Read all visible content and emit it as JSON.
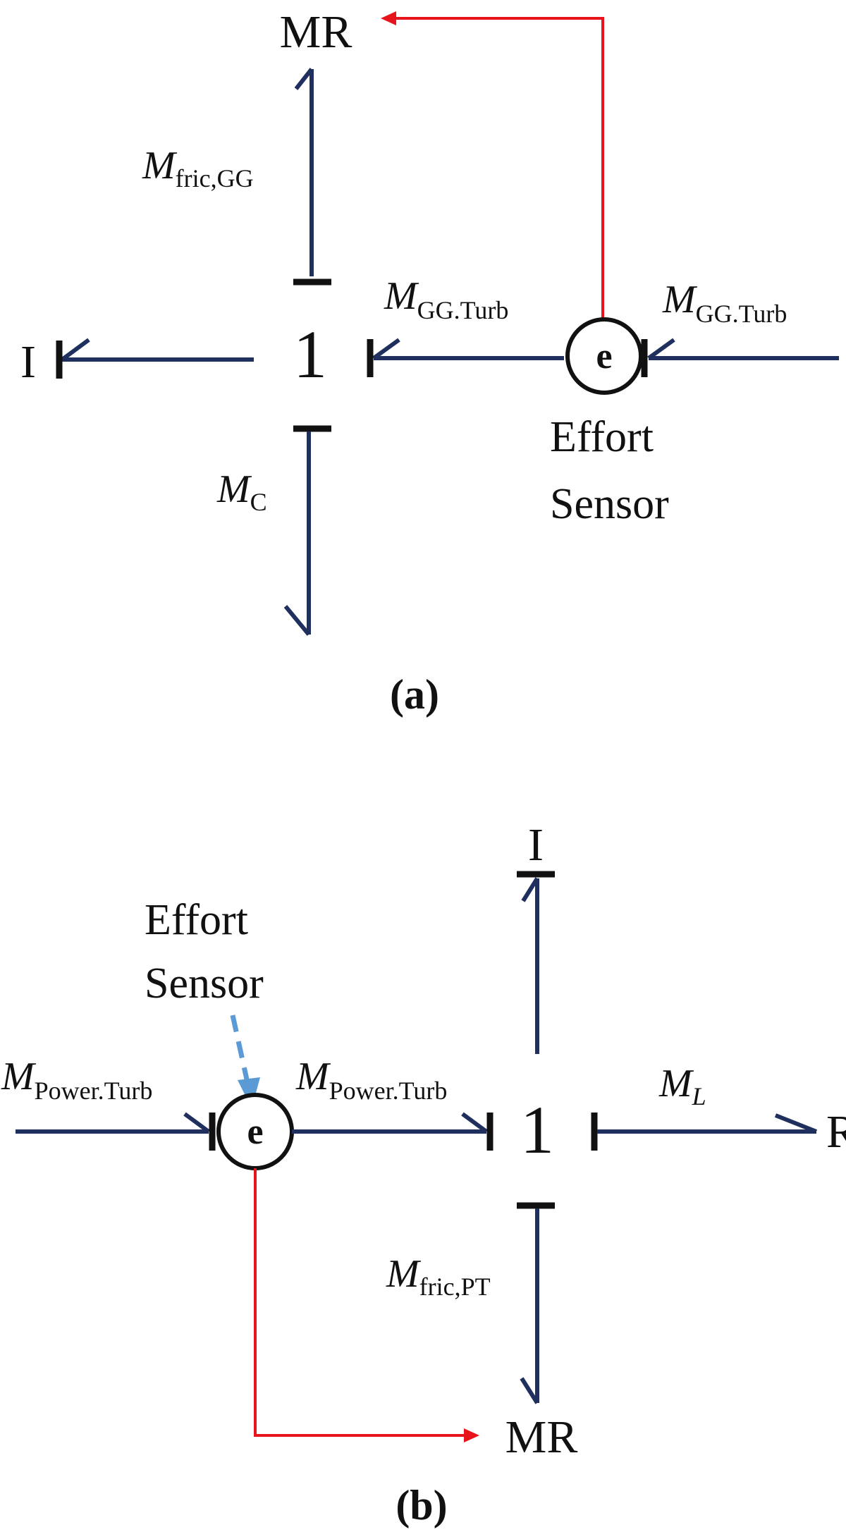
{
  "colors": {
    "bond": "#1f2f5e",
    "signal": "#e8141b",
    "dashed_pointer": "#5b9bd5",
    "text": "#111111"
  },
  "panel_a": {
    "caption": "(a)",
    "junction_label": "1",
    "elements": {
      "mr": "MR",
      "inertia": "I"
    },
    "sensor_symbol": "e",
    "sensor_label_line1": "Effort",
    "sensor_label_line2": "Sensor",
    "bond_labels": {
      "fric_gg": {
        "base": "M",
        "sub": "fric,GG"
      },
      "gg_turb_in": {
        "base": "M",
        "sub": "GG.Turb"
      },
      "gg_turb_out": {
        "base": "M",
        "sub": "GG.Turb"
      },
      "mc": {
        "base": "M",
        "sub": "C"
      }
    }
  },
  "panel_b": {
    "caption": "(b)",
    "junction_label": "1",
    "elements": {
      "inertia": "I",
      "resistance": "R",
      "mr": "MR"
    },
    "sensor_symbol": "e",
    "sensor_label_line1": "Effort",
    "sensor_label_line2": "Sensor",
    "bond_labels": {
      "power_turb_in": {
        "base": "M",
        "sub": "Power.Turb"
      },
      "power_turb_out": {
        "base": "M",
        "sub": "Power.Turb"
      },
      "ml": {
        "base": "M",
        "sub": "L"
      },
      "fric_pt": {
        "base": "M",
        "sub": "fric,PT"
      }
    }
  }
}
